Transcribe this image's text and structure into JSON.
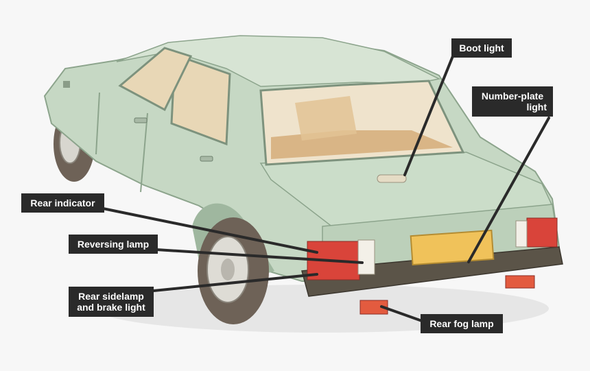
{
  "labels": {
    "boot_light": [
      "Boot light"
    ],
    "number_plate_light": [
      "Number-plate",
      "light"
    ],
    "rear_indicator": [
      "Rear indicator"
    ],
    "reversing_lamp": [
      "Reversing lamp"
    ],
    "rear_sidelamp": [
      "Rear sidelamp",
      "and brake light"
    ],
    "rear_fog_lamp": [
      "Rear fog lamp"
    ]
  },
  "colors": {
    "body": "#c6d8c4",
    "body_shadow": "#9fb79f",
    "body_highlight": "#e2ece0",
    "interior": "#d9b586",
    "glass": "#efe3cc",
    "bumper": "#5b5448",
    "lamp_red": "#d9443a",
    "plate": "#f0c25a",
    "tyre": "#6e6257",
    "callout_bg": "#2a2a2a",
    "callout_text": "#ffffff",
    "leader": "#2a2a2a"
  }
}
